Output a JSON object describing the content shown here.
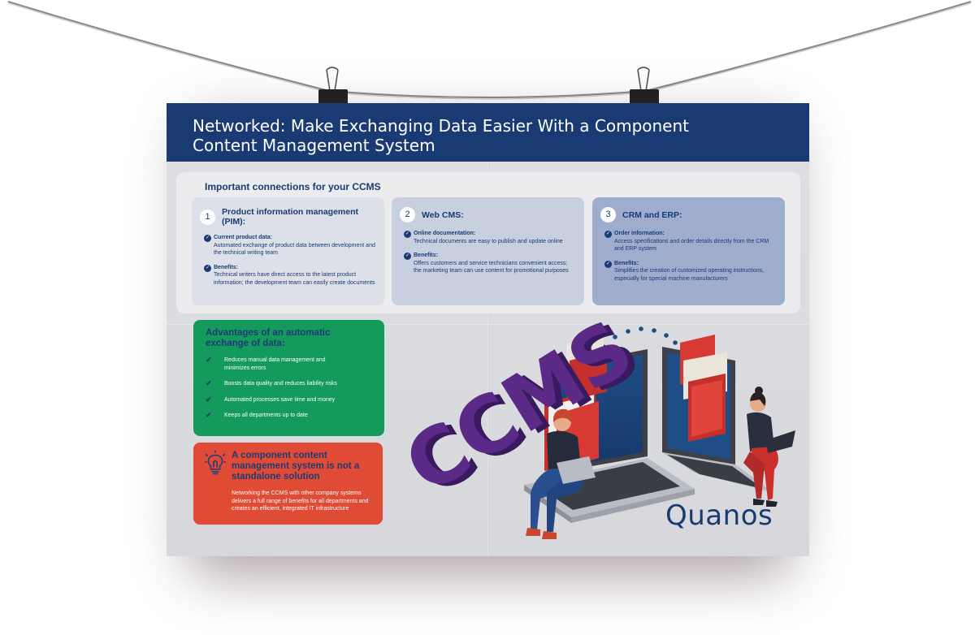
{
  "poster": {
    "title_line1": "Networked: Make Exchanging Data Easier With a Component",
    "title_line2": "Content Management System",
    "connections": {
      "heading": "Important connections for your CCMS",
      "cards": [
        {
          "number": "1",
          "title": "Product information management (PIM):",
          "bullets": [
            {
              "label": "Current product data:",
              "text": "Automated exchange of product data between development and the technical writing team"
            },
            {
              "label": "Benefits:",
              "text": "Technical writers have direct access to the latest product information; the development team can easily create documents"
            }
          ]
        },
        {
          "number": "2",
          "title": "Web CMS:",
          "bullets": [
            {
              "label": "Online documentation:",
              "text": "Technical documents are easy to publish and update online"
            },
            {
              "label": "Benefits:",
              "text": "Offers customers and service technicians convenient access; the marketing team can use content for promotional purposes"
            }
          ]
        },
        {
          "number": "3",
          "title": "CRM and ERP:",
          "bullets": [
            {
              "label": "Order information:",
              "text": "Access specifications and order details directly from the CRM and ERP system"
            },
            {
              "label": "Benefits:",
              "text": "Simplifies the creation of customized operating instructions, especially for special machine manufacturers"
            }
          ]
        }
      ]
    },
    "advantages": {
      "title": "Advantages of an automatic exchange of data:",
      "items": [
        "Reduces manual data management and minimizes errors",
        "Boosts data quality and reduces liability risks",
        "Automated processes save time and money",
        "Keeps all departments up to date"
      ]
    },
    "standalone": {
      "title": "A component content management system is not a standalone solution",
      "body": "Networking the CCMS with other company systems delivers a full range of benefits for all departments and creates an efficient, integrated IT infrastructure"
    },
    "illustration_text": "CCMS",
    "logo": "Quanos"
  },
  "colors": {
    "navy": "#1a3a73",
    "green": "#149a5c",
    "red": "#e04b36",
    "purple": "#5b2a86"
  },
  "icons": [
    "check-icon",
    "lightbulb-icon",
    "binder-clip-icon",
    "folder-icon",
    "laptop-icon"
  ]
}
